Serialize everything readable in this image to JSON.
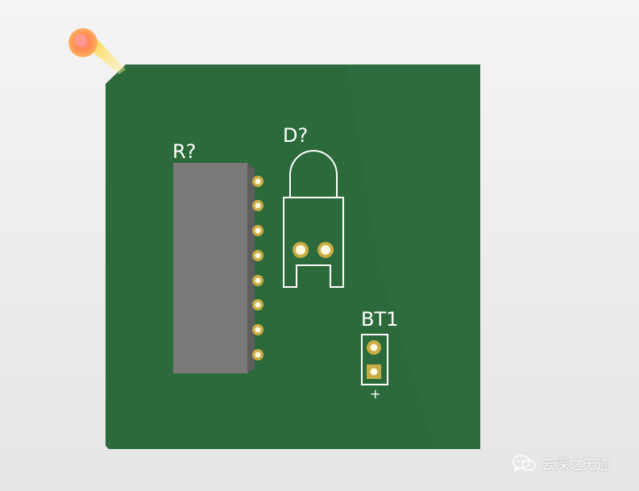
{
  "board": {
    "color": "#2c6a3c",
    "edge_color": "#2a6139"
  },
  "silkscreen": {
    "resistor_label": "R?",
    "diode_label": "D?",
    "battery_label": "BT1",
    "battery_polarity": "+"
  },
  "colors": {
    "pad_ring": "#c8ad45",
    "pad_hole": "#fff8e0",
    "resistor_body": "#7a7879",
    "resistor_side": "#5f5d5e",
    "silk": "#ffffff",
    "light_glow": "#ff9a5a",
    "light_core": "#ff7f7f"
  },
  "icons": {
    "light": "light-source-icon",
    "watermark": "wechat-icon"
  },
  "watermark": {
    "text": "云深之无迹"
  }
}
